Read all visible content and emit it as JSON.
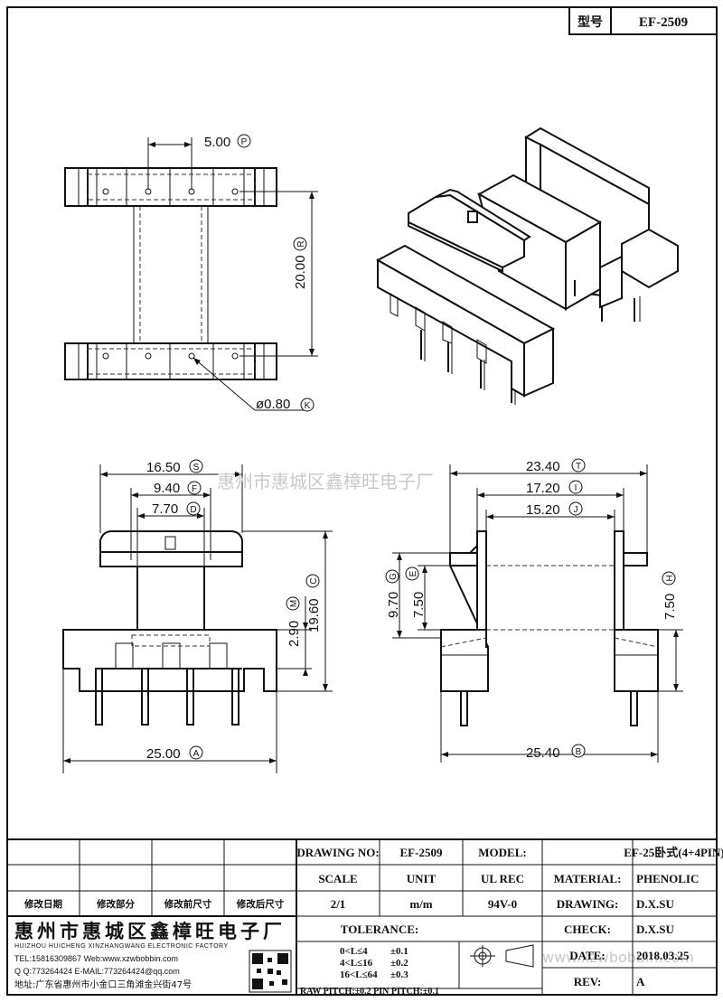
{
  "header": {
    "type_label": "型号",
    "model_no": "EF-2509"
  },
  "dimensions": {
    "pitch": {
      "value": "5.00",
      "tag": "P"
    },
    "row_span": {
      "value": "20.00",
      "tag": "R"
    },
    "pin_dia": {
      "value": "ø0.80",
      "tag": "K"
    },
    "s_width": {
      "value": "16.50",
      "tag": "S"
    },
    "f_width": {
      "value": "9.40",
      "tag": "F"
    },
    "d_width": {
      "value": "7.70",
      "tag": "D"
    },
    "m_height": {
      "value": "2.90",
      "tag": "M"
    },
    "c_height": {
      "value": "19.60",
      "tag": "C"
    },
    "a_width": {
      "value": "25.00",
      "tag": "A"
    },
    "t_width": {
      "value": "23.40",
      "tag": "T"
    },
    "i_width": {
      "value": "17.20",
      "tag": "I"
    },
    "j_width": {
      "value": "15.20",
      "tag": "J"
    },
    "g_height": {
      "value": "9.70",
      "tag": "G"
    },
    "e_height": {
      "value": "7.50",
      "tag": "E"
    },
    "h_height": {
      "value": "7.50",
      "tag": "H"
    },
    "b_width": {
      "value": "25.40",
      "tag": "B"
    }
  },
  "watermark": {
    "company": "惠州市惠城区鑫樟旺电子厂",
    "site": "www.xzwbobbin.com"
  },
  "revision_table": {
    "headers": [
      "修改日期",
      "修改部分",
      "修改前尺寸",
      "修改后尺寸"
    ]
  },
  "company": {
    "name_cn": "惠州市惠城区鑫樟旺电子厂",
    "name_en": "HUIZHOU HUICHENG XINZHANGWANG ELECTRONIC FACTORY",
    "tel": "TEL:15816309867 Web:www.xzwbobbin.com",
    "qq": "Q Q:773264424 E-MAIL:773264424@qq.com",
    "address": "地址:广东省惠州市小金口三角滩金兴街47号"
  },
  "title_block": {
    "drawing_no_label": "DRAWING NO:",
    "drawing_no": "EF-2509",
    "model_label": "MODEL:",
    "model": "EF-25卧式(4+4PIN)",
    "scale_label": "SCALE",
    "unit_label": "UNIT",
    "ul_label": "UL REC",
    "material_label": "MATERIAL:",
    "material": "PHENOLIC",
    "scale": "2/1",
    "unit": "m/m",
    "ul": "94V-0",
    "drawing_label": "DRAWING:",
    "drawing_by": "D.X.SU",
    "tolerance_label": "TOLERANCE:",
    "check_label": "CHECK:",
    "check_by": "D.X.SU",
    "tolerances": [
      {
        "range": "0<L≤4",
        "tol": "±0.1"
      },
      {
        "range": "4<L≤16",
        "tol": "±0.2"
      },
      {
        "range": "16<L≤64",
        "tol": "±0.3"
      }
    ],
    "pitch_note": "RAW PITCH:±0.2 PIN PITCH:±0.1",
    "date_label": "DATE:",
    "date": "2018.03.25",
    "rev_label": "REV:",
    "rev": "A"
  }
}
